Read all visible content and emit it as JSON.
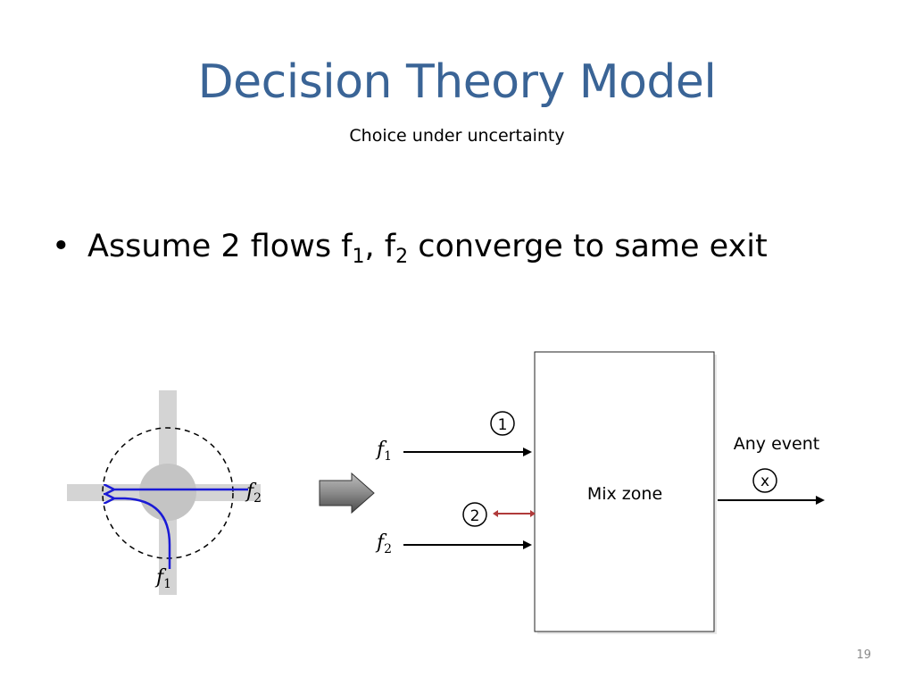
{
  "slide": {
    "title": "Decision Theory Model",
    "subtitle": "Choice under uncertainty",
    "page_number": "19"
  },
  "bullet": {
    "bullet_symbol": "•",
    "pre": "Assume 2 flows f",
    "sub1": "1",
    "mid": ", f",
    "sub2": "2",
    "post": " converge to same exit"
  },
  "intersection": {
    "label_f2": "f",
    "label_f2_sub": "2",
    "label_f1": "f",
    "label_f1_sub": "1"
  },
  "mix_diagram": {
    "box_label": "Mix zone",
    "input1_label": "f",
    "input1_sub": "1",
    "input2_label": "f",
    "input2_sub": "2",
    "marker1": "1",
    "marker2": "2",
    "exit_label": "Any event",
    "exit_marker": "x"
  },
  "colors": {
    "title": "#3a6496",
    "path": "#1a1ad6",
    "road": "#d4d4d4",
    "marker2_line": "#b03a3a"
  }
}
